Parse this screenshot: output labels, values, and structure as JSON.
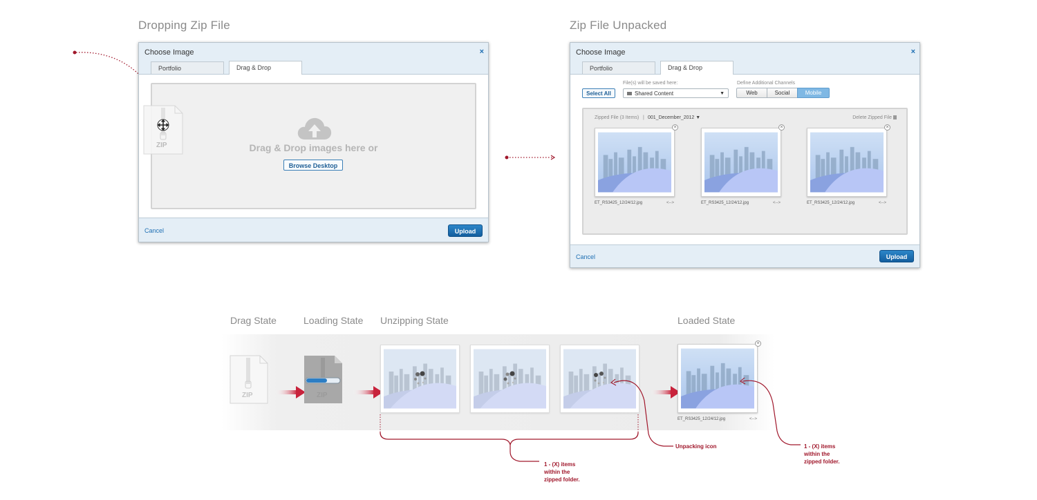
{
  "sections": {
    "dropping_title": "Dropping Zip File",
    "unpacked_title": "Zip File Unpacked"
  },
  "dialog_drop": {
    "title": "Choose Image",
    "close": "×",
    "tabs": [
      "Portfolio",
      "Drag & Drop"
    ],
    "drop_text": "Drag & Drop images here or",
    "browse_label": "Browse Desktop",
    "cancel_label": "Cancel",
    "upload_label": "Upload",
    "zip_label": "ZIP"
  },
  "dialog_unpacked": {
    "title": "Choose Image",
    "close": "×",
    "tabs": [
      "Portfolio",
      "Drag & Drop"
    ],
    "select_all": "Select All",
    "save_label": "File(s) will be saved here:",
    "save_value": "Shared Content",
    "channels_label": "Define Additional Channels",
    "channels": [
      "Web",
      "Social",
      "Mobile"
    ],
    "zipped_label": "Zipped File (3 Items)",
    "zipped_name": "001_December_2012",
    "delete_label": "Delete Zipped File",
    "files": [
      {
        "name": "ET_RS3425_12/24/12.jpg",
        "arrows": "<-->"
      },
      {
        "name": "ET_RS3425_12/24/12.jpg",
        "arrows": "<-->"
      },
      {
        "name": "ET_RS3425_12/24/12.jpg",
        "arrows": "<-->"
      }
    ],
    "cancel_label": "Cancel",
    "upload_label": "Upload"
  },
  "states": {
    "drag": "Drag State",
    "loading": "Loading State",
    "unzipping": "Unzipping State",
    "loaded": "Loaded State",
    "zip_label": "ZIP",
    "loaded_file": {
      "name": "ET_RS3425_12/24/12.jpg",
      "arrows": "<-->"
    }
  },
  "annotations": {
    "unpacking_icon": "Unpacking icon",
    "items_line1": "1 - (X) items",
    "items_line2": "within the",
    "items_line3": "zipped folder."
  },
  "colors": {
    "accent": "#1e6fb3",
    "annotation": "#a0172b",
    "arrow": "#c8233c"
  }
}
